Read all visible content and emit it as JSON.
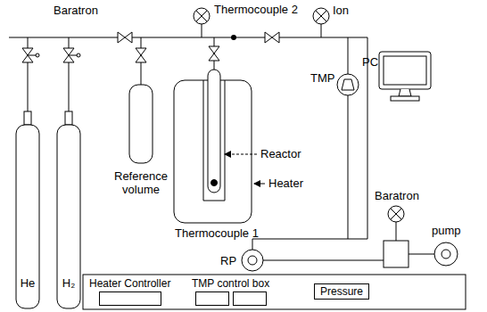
{
  "diagram": {
    "nodes": [
      {
        "text": [
          "Heater Controller"
        ]
      },
      {
        "text": [
          "TMP control box"
        ]
      },
      {
        "text": [
          "Pressure"
        ]
      }
    ],
    "labels": [
      "Baratron",
      "Thermocouple 2",
      "Ion",
      "PC",
      "TMP",
      "Reference volume",
      "Reactor",
      "Heater",
      "Thermocouple 1",
      "He",
      "H₂",
      "RP",
      "Baratron",
      "pump"
    ]
  }
}
